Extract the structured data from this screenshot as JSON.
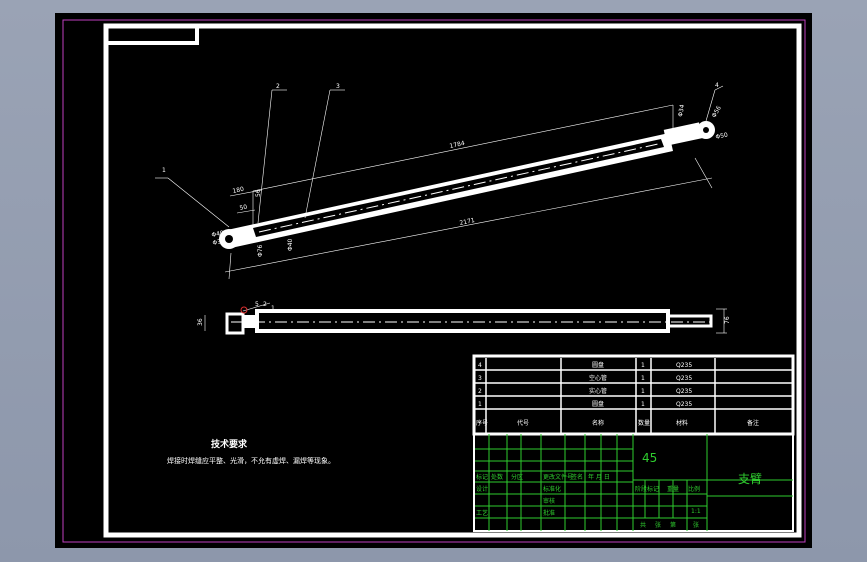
{
  "drawing": {
    "title_block": {
      "part_name": "支臂",
      "material": "45",
      "scale": "1:1",
      "labels": {
        "mark": "标记",
        "count": "处数",
        "zone": "分区",
        "change_doc_no": "更改文件号",
        "signature": "签名",
        "date": "年 月 日",
        "designer": "设计",
        "standardization": "标准化",
        "reviewer": "审核",
        "process": "工艺",
        "approve": "批准",
        "stage_mark": "阶段标记",
        "weight": "重量",
        "ratio": "比例",
        "sheet_total": "共",
        "sheet": "张",
        "page": "第",
        "page_unit": "张"
      }
    },
    "parts_list": {
      "headers": [
        "序号",
        "代号",
        "名称",
        "数量",
        "材料",
        "备注"
      ],
      "rows": [
        {
          "no": "4",
          "name": "圆盘",
          "qty": "1",
          "material": "Q235"
        },
        {
          "no": "3",
          "name": "空心管",
          "qty": "1",
          "material": "Q235"
        },
        {
          "no": "2",
          "name": "实心管",
          "qty": "1",
          "material": "Q235"
        },
        {
          "no": "1",
          "name": "圆盘",
          "qty": "1",
          "material": "Q235"
        }
      ]
    },
    "tech_requirements": {
      "title": "技术要求",
      "text": "焊接时焊缝应平整、光滑，不允有虚焊、漏焊等现象。"
    },
    "dimensions": {
      "upper": [
        "1784",
        "2171",
        "180",
        "50",
        "56",
        "Φ40",
        "Φ38",
        "Φ76",
        "Φ40",
        "Φ56",
        "Φ50",
        "Φ34"
      ],
      "lower": [
        "76",
        "36",
        "5",
        "2",
        "1"
      ]
    },
    "balloons": [
      "1",
      "2",
      "3",
      "4"
    ]
  }
}
